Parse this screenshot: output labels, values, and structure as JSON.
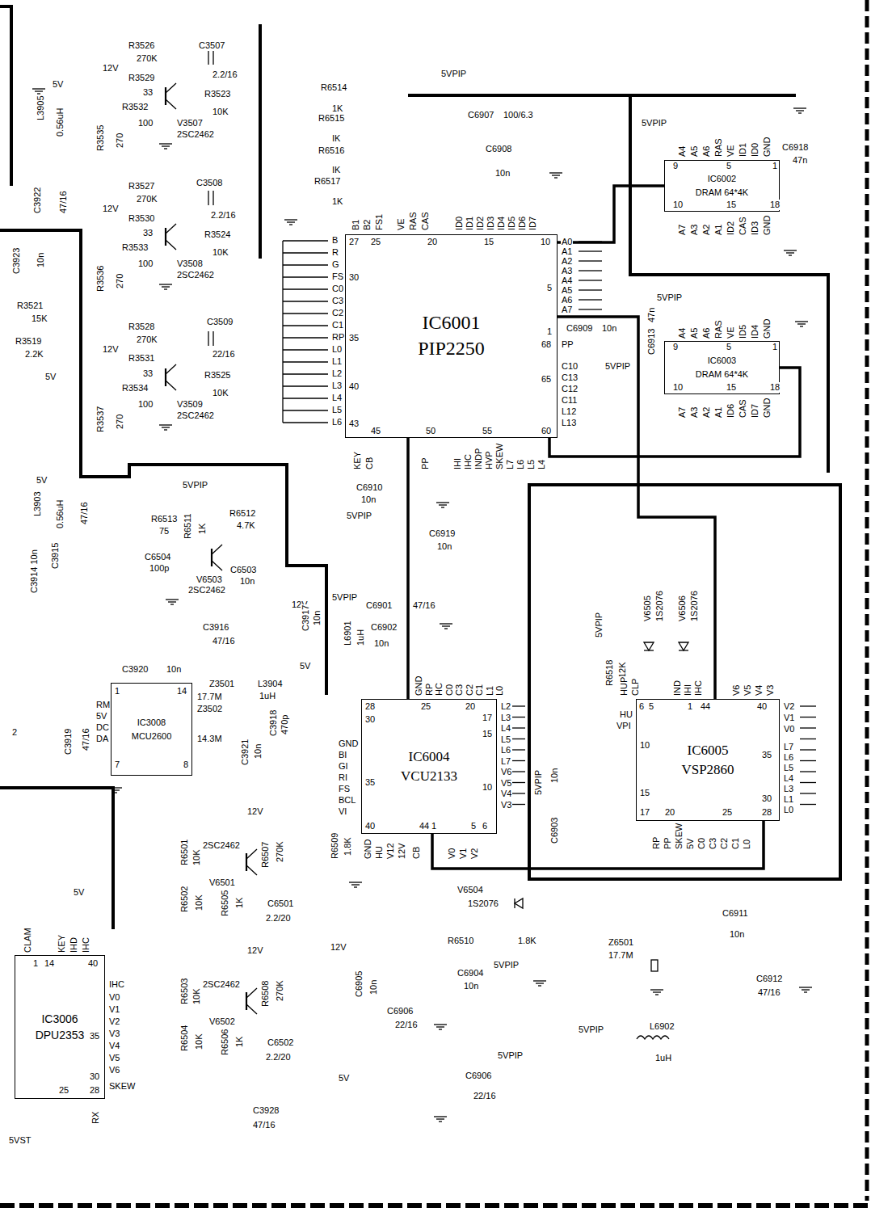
{
  "diagram": {
    "nodes": [
      {
        "text": [
          "IC6001",
          "PIP2250"
        ]
      },
      {
        "text": [
          "IC6002",
          "DRAM 64*4K"
        ]
      },
      {
        "text": [
          "IC6003",
          "DRAM 64*4K"
        ]
      },
      {
        "text": [
          "IC3008",
          "MCU2600"
        ]
      },
      {
        "text": [
          "IC6004",
          "VCU2133"
        ]
      },
      {
        "text": [
          "IC6005",
          "VSP2860"
        ]
      },
      {
        "text": [
          "IC3006",
          "DPU2353"
        ]
      }
    ],
    "edges": [
      {
        "from": 0,
        "to": 1,
        "arrow": "none"
      },
      {
        "from": 0,
        "to": 2,
        "arrow": "none"
      },
      {
        "from": 0,
        "to": 4,
        "arrow": "none"
      },
      {
        "from": 0,
        "to": 5,
        "arrow": "none"
      },
      {
        "from": 4,
        "to": 5,
        "arrow": "none"
      }
    ],
    "labels": [
      "R3526",
      "270K",
      "12V",
      "C3507",
      "2.2/16",
      "R3529",
      "33",
      "R3532",
      "R3523",
      "10K",
      "100",
      "V3507",
      "2SC2462",
      "R3535",
      "270",
      "R3527",
      "270K",
      "12V",
      "C3508",
      "2.2/16",
      "R3530",
      "33",
      "R3533",
      "R3524",
      "10K",
      "100",
      "V3508",
      "2SC2462",
      "R3536",
      "270",
      "R3528",
      "270K",
      "12V",
      "C3509",
      "22/16",
      "R3531",
      "33",
      "R3534",
      "R3525",
      "10K",
      "100",
      "V3509",
      "2SC2462",
      "R3537",
      "270",
      "5V",
      "L3905",
      "0.56uH",
      "C3922",
      "47/16",
      "C3923",
      "10n",
      "R3521",
      "15K",
      "R3519",
      "2.2K",
      "5V",
      "5V",
      "L3903",
      "0.56uH",
      "47/16",
      "C3915",
      "C3914 10n",
      "R6514",
      "1K",
      "R6515",
      "IK",
      "R6516",
      "IK",
      "R6517",
      "1K",
      "5VPIP",
      "C6907",
      "100/6.3",
      "C6908",
      "10n",
      "B1",
      "B2",
      "FS1",
      "VE",
      "RAS",
      "CAS",
      "ID0",
      "ID1",
      "ID2",
      "ID3",
      "ID4",
      "ID5",
      "ID6",
      "ID7",
      "25",
      "20",
      "15",
      "10",
      "B",
      "R",
      "G",
      "FS",
      "C0",
      "C3",
      "C2",
      "C1",
      "RP",
      "L0",
      "L1",
      "L2",
      "L3",
      "L4",
      "L5",
      "L6",
      "27",
      "30",
      "35",
      "40",
      "43",
      "A0",
      "A1",
      "A2",
      "A3",
      "A4",
      "A5",
      "A6",
      "A7",
      "5",
      "1",
      "68",
      "C6909",
      "10n",
      "5VPIP",
      "PP",
      "C10",
      "C13",
      "C12",
      "C11",
      "L12",
      "L13",
      "65",
      "60",
      "45",
      "50",
      "55",
      "KEY",
      "CB",
      "PP",
      "IHI",
      "IHC",
      "INDP",
      "HVP",
      "SKEW",
      "L7",
      "L6",
      "L5",
      "L4",
      "C6910",
      "10n",
      "5VPIP",
      "C6919",
      "10n",
      "5VPIP",
      "A4",
      "A5",
      "A6",
      "RAS",
      "VE",
      "ID1",
      "ID0",
      "GND",
      "9",
      "5",
      "1",
      "C6918",
      "47n",
      "10",
      "15",
      "18",
      "A7",
      "A3",
      "A2",
      "A1",
      "ID2",
      "CAS",
      "ID3",
      "GND",
      "5VPIP",
      "C6913",
      "47n",
      "A4",
      "A5",
      "A6",
      "RAS",
      "VE",
      "ID5",
      "ID4",
      "GND",
      "9",
      "5",
      "1",
      "10",
      "15",
      "18",
      "A7",
      "A3",
      "A2",
      "A1",
      "ID6",
      "CAS",
      "ID7",
      "GND",
      "5VPIP",
      "R6513",
      "75",
      "R6511",
      "1K",
      "R6512",
      "4.7K",
      "C6504",
      "100p",
      "V6503",
      "2SC2462",
      "C6503",
      "10n",
      "12V",
      "C3916",
      "47/16",
      "C3917",
      "10n",
      "5VPIP",
      "C6901",
      "47/16",
      "L6901",
      "1uH",
      "C6902",
      "10n",
      "GND",
      "RP",
      "HC",
      "C0",
      "C3",
      "C2",
      "C1",
      "L1",
      "L0",
      "28",
      "25",
      "20",
      "17",
      "15",
      "10",
      "30",
      "35",
      "40",
      "44",
      "1",
      "5",
      "6",
      "GND",
      "BI",
      "GI",
      "RI",
      "FS",
      "BCL",
      "VI",
      "L2",
      "L3",
      "L4",
      "L5",
      "L6",
      "L7",
      "V6",
      "V5",
      "V4",
      "V3",
      "5VPIP",
      "C6903",
      "10n",
      "GND",
      "HU",
      "V12",
      "12V",
      "CB",
      "V0",
      "V1",
      "V2",
      "R6509",
      "1.8K",
      "V6505",
      "1S2076",
      "V6506",
      "1S2076",
      "5VPIP",
      "R6518",
      "12K",
      "HUP",
      "CLP",
      "IND",
      "IHI",
      "IHC",
      "V6",
      "V5",
      "V4",
      "V3",
      "6",
      "5",
      "1",
      "44",
      "40",
      "10",
      "15",
      "17",
      "35",
      "30",
      "28",
      "20",
      "25",
      "HU",
      "VPI",
      "V2",
      "V1",
      "V0",
      "L7",
      "L6",
      "L5",
      "L4",
      "L3",
      "L1",
      "L0",
      "RP",
      "PP",
      "SKEW",
      "5V",
      "C0",
      "C3",
      "C2",
      "C1",
      "L0",
      "V6504",
      "1S2076",
      "R6510",
      "1.8K",
      "12V",
      "C6905",
      "10n",
      "C6906",
      "22/16",
      "C6904",
      "10n",
      "5VPIP",
      "Z6501",
      "17.7M",
      "C6911",
      "10n",
      "C6912",
      "47/16",
      "5VPIP",
      "L6902",
      "1uH",
      "5VPIP",
      "C6906",
      "22/16",
      "5V",
      "C3928",
      "47/16",
      "12V",
      "R6501",
      "2SC2462",
      "R6507",
      "270K",
      "10K",
      "V6501",
      "R6502",
      "10K",
      "R6505",
      "1K",
      "C6501",
      "2.2/20",
      "12V",
      "R6503",
      "2SC2462",
      "R6508",
      "270K",
      "10K",
      "V6502",
      "R6504",
      "10K",
      "R6506",
      "1K",
      "C6502",
      "2.2/20",
      "C3920",
      "10n",
      "Z3501",
      "L3904",
      "5V",
      "1uH",
      "17.7M",
      "Z3502",
      "14.3M",
      "C3921",
      "10n",
      "C3918",
      "470p",
      "1",
      "14",
      "7",
      "8",
      "RM",
      "5V",
      "DC",
      "DA",
      "C3919",
      "47/16",
      "2",
      "5V",
      "CLAM",
      "KEY",
      "IHD",
      "IHC",
      "1",
      "14",
      "40",
      "IHC",
      "V0",
      "V1",
      "V2",
      "V3",
      "V4",
      "V5",
      "V6",
      "35",
      "30",
      "SKEW",
      "25",
      "28",
      "RX",
      "5VST"
    ]
  }
}
